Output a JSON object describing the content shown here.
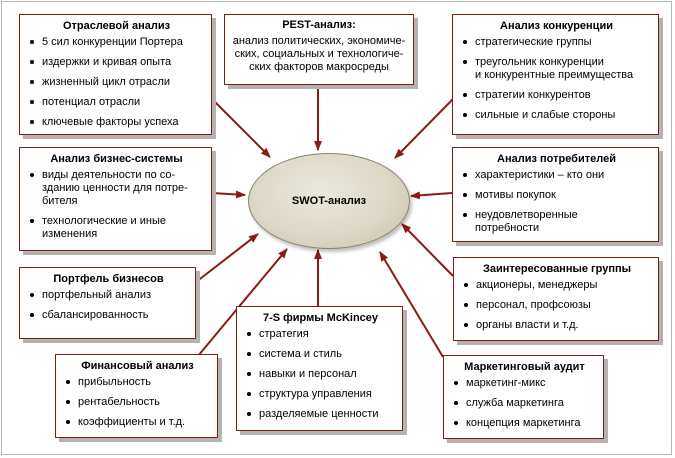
{
  "center": {
    "label": "SWOT-анализ"
  },
  "colors": {
    "arrow": "#8a1a14",
    "border": "#8a1a14",
    "ellipse": "#ddd8c8"
  },
  "boxes": {
    "industry": {
      "title": "Отраслевой анализ",
      "items": [
        "5 сил конкуренции Портера",
        "издержки и кривая опыта",
        "жизненный цикл отрасли",
        "потенциал отрасли",
        "ключевые факторы успеха"
      ]
    },
    "pest": {
      "title": "PEST-анализ:",
      "lines": [
        "анализ политических, экономиче-",
        "ских, социальных и технологиче-",
        "ских факторов макросреды"
      ]
    },
    "competition": {
      "title": "Анализ конкуренции",
      "items": [
        "стратегические группы",
        "треугольник конкуренции\nи конкурентные преимущества",
        "стратегии конкурентов",
        "сильные и слабые стороны"
      ]
    },
    "business_system": {
      "title": "Анализ бизнес-системы",
      "items": [
        "виды деятельности по со-\nзданию ценности для потре-\nбителя",
        "технологические и иные\nизменения"
      ]
    },
    "consumers": {
      "title": "Анализ потребителей",
      "items": [
        "характеристики – кто они",
        "мотивы покупок",
        "неудовлетворенные\nпотребности"
      ]
    },
    "portfolio": {
      "title": "Портфель бизнесов",
      "items": [
        "портфельный анализ",
        "сбалансированность"
      ]
    },
    "stakeholders": {
      "title": "Заинтересованные группы",
      "items": [
        "акционеры, менеджеры",
        "персонал, профсоюзы",
        "органы власти и т.д."
      ]
    },
    "mckinsey": {
      "title": "7-S фирмы McKincey",
      "items": [
        "стратегия",
        "система и стиль",
        "навыки и персонал",
        "структура управления",
        "разделяемые ценности"
      ]
    },
    "financial": {
      "title": "Финансовый анализ",
      "items": [
        "прибыльность",
        "рентабельность",
        "коэффициенты и т.д."
      ]
    },
    "marketing_audit": {
      "title": "Маркетинговый аудит",
      "items": [
        "маркетинг-микс",
        "служба маркетинга",
        "концепция маркетинга"
      ]
    }
  }
}
